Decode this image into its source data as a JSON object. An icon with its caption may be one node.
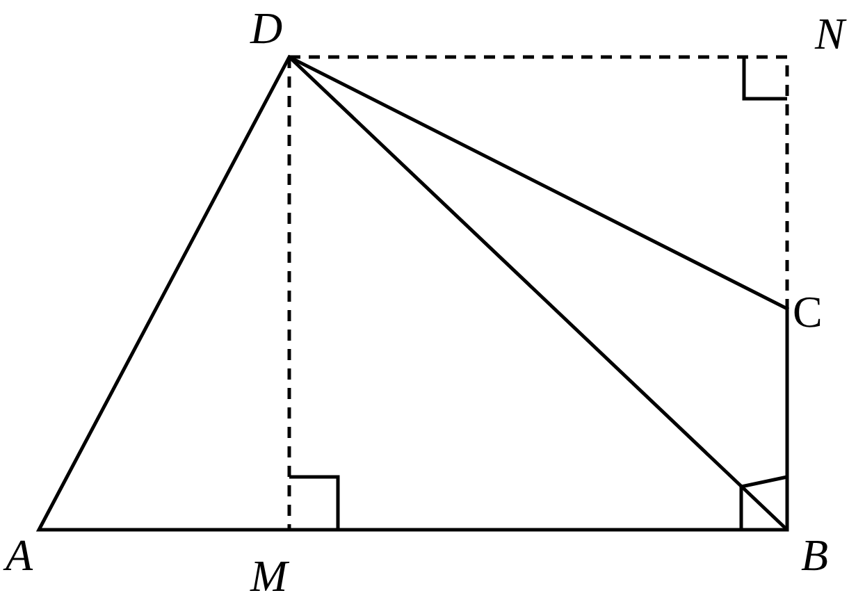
{
  "diagram": {
    "labels": [
      "D",
      "N",
      "C",
      "A",
      "M",
      "B"
    ]
  }
}
